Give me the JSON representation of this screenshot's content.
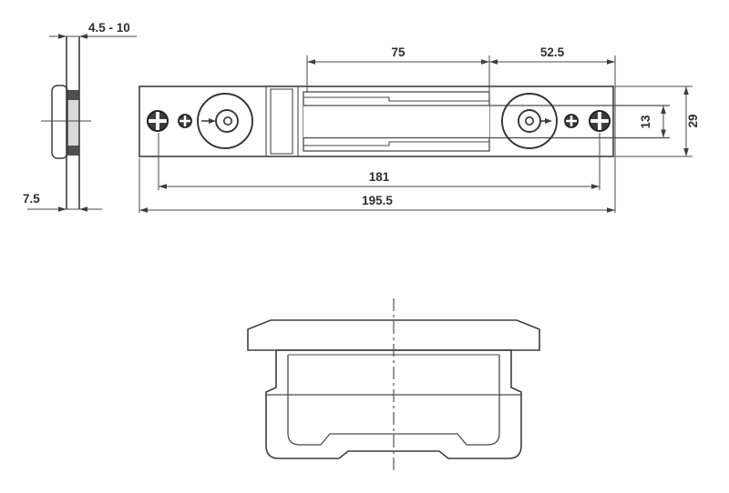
{
  "drawing": {
    "kind": "technical-drawing",
    "views": [
      "side-view",
      "top-view",
      "bottom-view"
    ],
    "colors": {
      "background": "#ffffff",
      "line": "#3d3d3d",
      "plate_fill": "#dcdcdc",
      "light_fill": "#e9e9e9",
      "dark_detail": "#4f4f4f"
    }
  },
  "dimensions": {
    "thickness_range": "4.5 - 10",
    "lip_depth": "7.5",
    "slot_length": "75",
    "right_section": "52.5",
    "hole_spacing": "181",
    "overall_length": "195.5",
    "plate_height": "29",
    "slot_height": "13"
  }
}
